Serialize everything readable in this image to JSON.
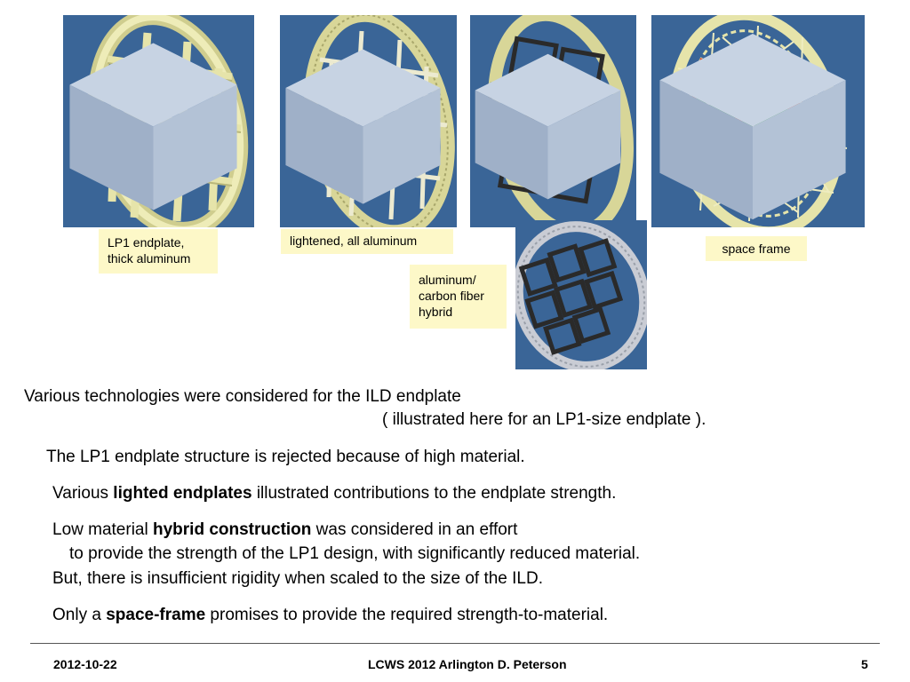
{
  "captions": {
    "lp1": [
      "LP1 endplate,",
      "thick aluminum"
    ],
    "lightened": "lightened, all aluminum",
    "hybrid": [
      "aluminum/",
      "carbon fiber",
      "hybrid"
    ],
    "space_frame": "space frame"
  },
  "body": {
    "line1": "Various technologies were considered for the ILD endplate",
    "line2": "( illustrated here for an LP1-size endplate ).",
    "line3": "The LP1 endplate structure is rejected because of high material.",
    "line4": {
      "pre": "Various ",
      "bold": "lighted endplates",
      "post": " illustrated contributions to the endplate strength."
    },
    "line5": {
      "pre": "Low material ",
      "bold": "hybrid construction",
      "post": " was considered in an effort"
    },
    "line6": "to provide the strength of the LP1 design, with significantly reduced material.",
    "line7": "But, there is insufficient rigidity when scaled to the size of the ILD.",
    "line8": {
      "pre": "Only a ",
      "bold": "space-frame",
      "post": " promises to provide the required strength-to-material."
    }
  },
  "footer": {
    "date": "2012-10-22",
    "center": "LCWS 2012 Arlington D. Peterson",
    "page": "5"
  },
  "colors": {
    "panel_bg": "#3a6597",
    "caption_bg": "#fdf8c8",
    "aluminum": "#e6e4aa",
    "carbon": "#2a2a2a",
    "green": "#1f9a2a",
    "red": "#d83a1a"
  }
}
